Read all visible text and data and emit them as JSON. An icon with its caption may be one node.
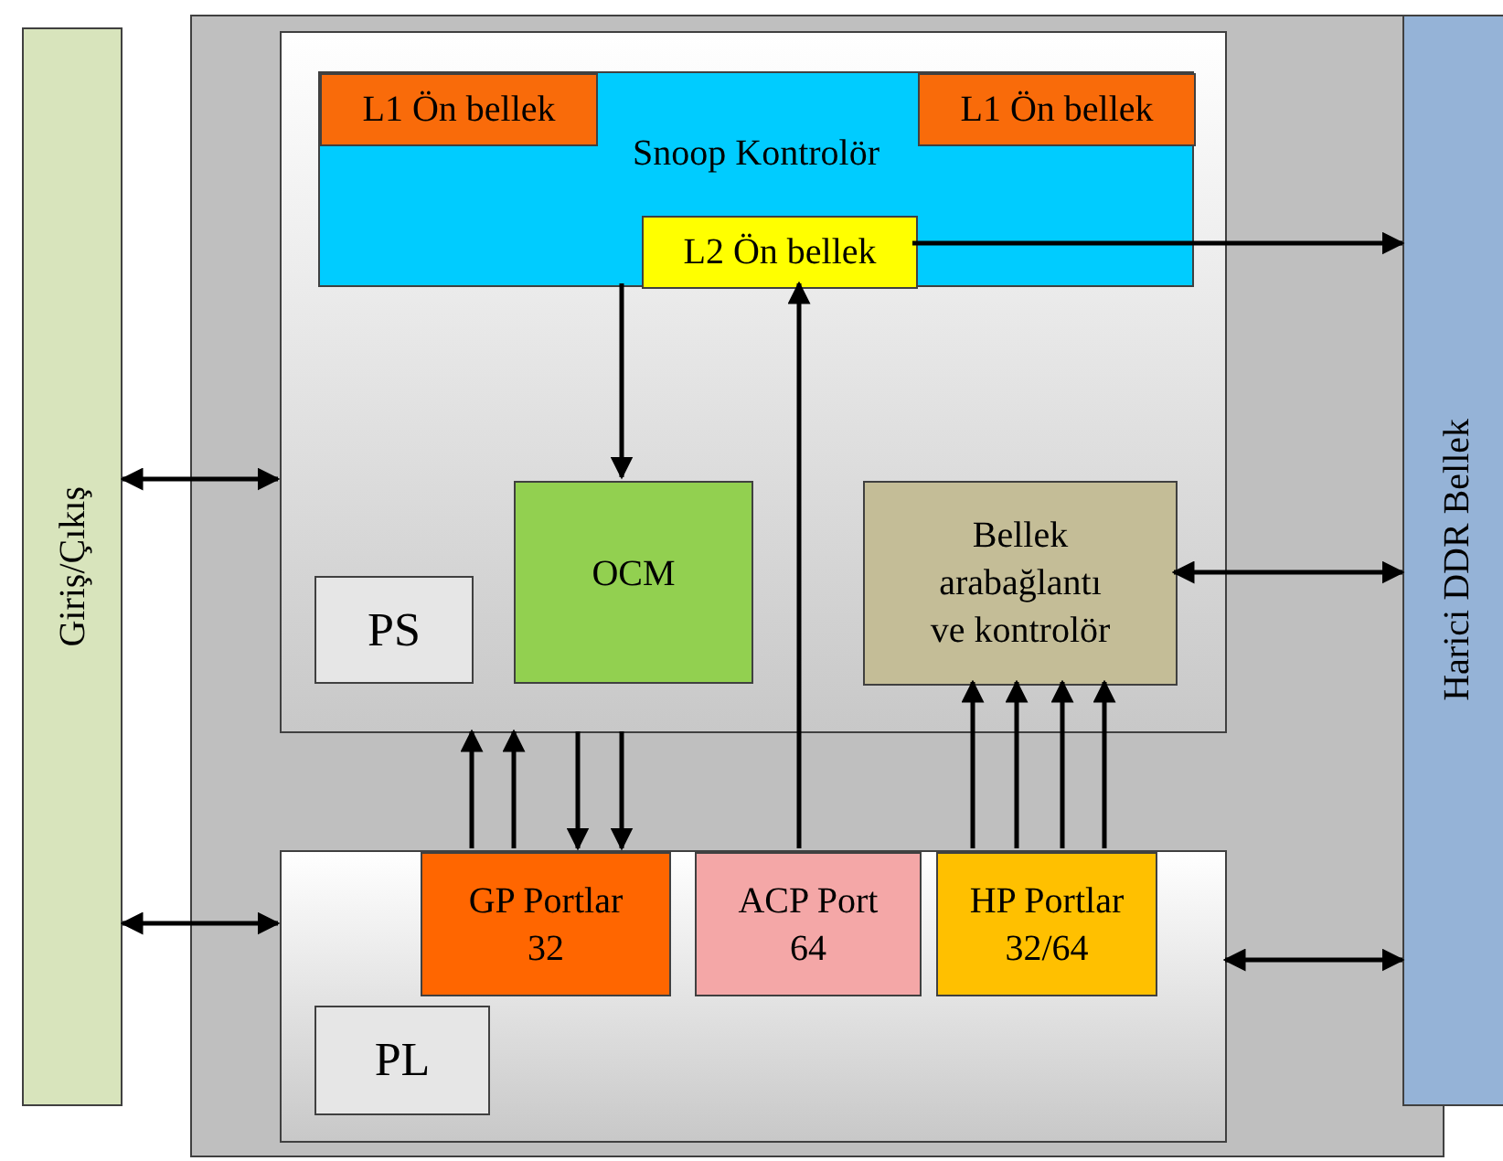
{
  "diagram": {
    "nodes": [
      {
        "text": [
          "Giriş/Çıkış"
        ]
      },
      {
        "text": [],
        "shape": "box"
      },
      {
        "text": [],
        "shape": "box",
        "in": 1
      },
      {
        "text": [
          "Snoop Kontrolör"
        ],
        "in": 2
      },
      {
        "text": [
          "L1 Ön bellek"
        ],
        "in": 3
      },
      {
        "text": [
          "L1 Ön bellek"
        ],
        "in": 3
      },
      {
        "text": [
          "L2 Ön bellek"
        ],
        "in": 3
      },
      {
        "text": [
          "OCM"
        ],
        "in": 2
      },
      {
        "text": [
          "PS"
        ],
        "in": 2
      },
      {
        "text": [
          "Bellek arabağlantı ve kontrolör"
        ],
        "in": 2
      },
      {
        "text": [],
        "shape": "box",
        "in": 1
      },
      {
        "text": [
          "GP Portlar",
          "32"
        ],
        "in": 10
      },
      {
        "text": [
          "ACP Port",
          "64"
        ],
        "in": 10
      },
      {
        "text": [
          "HP Portlar",
          "32/64"
        ],
        "in": 10
      },
      {
        "text": [
          "PL"
        ],
        "in": 10
      },
      {
        "text": [
          "Harici DDR Bellek"
        ]
      }
    ],
    "edges": [
      {
        "from": 6,
        "to": 15,
        "arrow": "to"
      },
      {
        "from": 3,
        "to": 7,
        "arrow": "to"
      },
      {
        "from": 0,
        "to": 2,
        "arrow": "both"
      },
      {
        "from": 9,
        "to": 15,
        "arrow": "both"
      },
      {
        "from": 12,
        "to": 6,
        "arrow": "to"
      },
      {
        "from": 11,
        "to": 2,
        "arrow": "to"
      },
      {
        "from": 11,
        "to": 2,
        "arrow": "to"
      },
      {
        "from": 2,
        "to": 11,
        "arrow": "to"
      },
      {
        "from": 2,
        "to": 11,
        "arrow": "to"
      },
      {
        "from": 13,
        "to": 9,
        "arrow": "to"
      },
      {
        "from": 13,
        "to": 9,
        "arrow": "to"
      },
      {
        "from": 13,
        "to": 9,
        "arrow": "to"
      },
      {
        "from": 13,
        "to": 9,
        "arrow": "to"
      },
      {
        "from": 0,
        "to": 10,
        "arrow": "both"
      },
      {
        "from": 10,
        "to": 15,
        "arrow": "both"
      }
    ]
  }
}
